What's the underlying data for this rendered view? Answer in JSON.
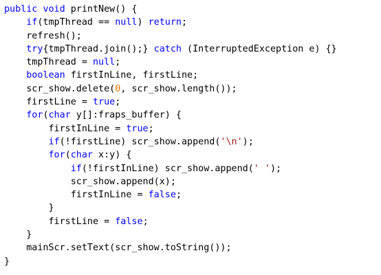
{
  "editor": {
    "colors": {
      "background": "#ffffff",
      "keyword": "#0000ff",
      "number": "#e67300",
      "string": "#a31515",
      "plain": "#000000"
    },
    "lines": [
      {
        "indent": 0,
        "tokens": [
          {
            "t": "kw",
            "v": "public"
          },
          {
            "t": "plain",
            "v": " "
          },
          {
            "t": "kw",
            "v": "void"
          },
          {
            "t": "plain",
            "v": " printNew() {"
          }
        ]
      },
      {
        "indent": 1,
        "tokens": [
          {
            "t": "kw",
            "v": "if"
          },
          {
            "t": "plain",
            "v": "(tmpThread == "
          },
          {
            "t": "kw",
            "v": "null"
          },
          {
            "t": "plain",
            "v": ") "
          },
          {
            "t": "kw",
            "v": "return"
          },
          {
            "t": "plain",
            "v": ";"
          }
        ]
      },
      {
        "indent": 1,
        "tokens": [
          {
            "t": "plain",
            "v": "refresh();"
          }
        ]
      },
      {
        "indent": 1,
        "tokens": [
          {
            "t": "kw",
            "v": "try"
          },
          {
            "t": "plain",
            "v": "{tmpThread.join();} "
          },
          {
            "t": "kw",
            "v": "catch"
          },
          {
            "t": "plain",
            "v": " (InterruptedException e) {}"
          }
        ]
      },
      {
        "indent": 1,
        "tokens": [
          {
            "t": "plain",
            "v": "tmpThread = "
          },
          {
            "t": "kw",
            "v": "null"
          },
          {
            "t": "plain",
            "v": ";"
          }
        ]
      },
      {
        "indent": 1,
        "tokens": [
          {
            "t": "kw",
            "v": "boolean"
          },
          {
            "t": "plain",
            "v": " firstInLine, firstLine;"
          }
        ]
      },
      {
        "indent": 1,
        "tokens": [
          {
            "t": "plain",
            "v": "scr_show.delete("
          },
          {
            "t": "num",
            "v": "0"
          },
          {
            "t": "plain",
            "v": ", scr_show.length());"
          }
        ]
      },
      {
        "indent": 1,
        "tokens": [
          {
            "t": "plain",
            "v": "firstLine = "
          },
          {
            "t": "kw",
            "v": "true"
          },
          {
            "t": "plain",
            "v": ";"
          }
        ]
      },
      {
        "indent": 1,
        "tokens": [
          {
            "t": "kw",
            "v": "for"
          },
          {
            "t": "plain",
            "v": "("
          },
          {
            "t": "kw",
            "v": "char"
          },
          {
            "t": "plain",
            "v": " y[]:fraps_buffer) {"
          }
        ]
      },
      {
        "indent": 2,
        "tokens": [
          {
            "t": "plain",
            "v": "firstInLine = "
          },
          {
            "t": "kw",
            "v": "true"
          },
          {
            "t": "plain",
            "v": ";"
          }
        ]
      },
      {
        "indent": 2,
        "tokens": [
          {
            "t": "kw",
            "v": "if"
          },
          {
            "t": "plain",
            "v": "(!firstLine) scr_show.append("
          },
          {
            "t": "str",
            "v": "'\\n'"
          },
          {
            "t": "plain",
            "v": ");"
          }
        ]
      },
      {
        "indent": 2,
        "tokens": [
          {
            "t": "kw",
            "v": "for"
          },
          {
            "t": "plain",
            "v": "("
          },
          {
            "t": "kw",
            "v": "char"
          },
          {
            "t": "plain",
            "v": " x:y) {"
          }
        ]
      },
      {
        "indent": 3,
        "tokens": [
          {
            "t": "kw",
            "v": "if"
          },
          {
            "t": "plain",
            "v": "(!firstInLine) scr_show.append("
          },
          {
            "t": "str",
            "v": "' '"
          },
          {
            "t": "plain",
            "v": ");"
          }
        ]
      },
      {
        "indent": 3,
        "tokens": [
          {
            "t": "plain",
            "v": "scr_show.append(x);"
          }
        ]
      },
      {
        "indent": 3,
        "tokens": [
          {
            "t": "plain",
            "v": "firstInLine = "
          },
          {
            "t": "kw",
            "v": "false"
          },
          {
            "t": "plain",
            "v": ";"
          }
        ]
      },
      {
        "indent": 2,
        "tokens": [
          {
            "t": "plain",
            "v": "}"
          }
        ]
      },
      {
        "indent": 2,
        "tokens": [
          {
            "t": "plain",
            "v": "firstLine = "
          },
          {
            "t": "kw",
            "v": "false"
          },
          {
            "t": "plain",
            "v": ";"
          }
        ]
      },
      {
        "indent": 1,
        "tokens": [
          {
            "t": "plain",
            "v": "}"
          }
        ]
      },
      {
        "indent": 1,
        "tokens": [
          {
            "t": "plain",
            "v": "mainScr.setText(scr_show.toString());"
          }
        ]
      },
      {
        "indent": 0,
        "tokens": [
          {
            "t": "plain",
            "v": "}"
          }
        ]
      }
    ]
  }
}
